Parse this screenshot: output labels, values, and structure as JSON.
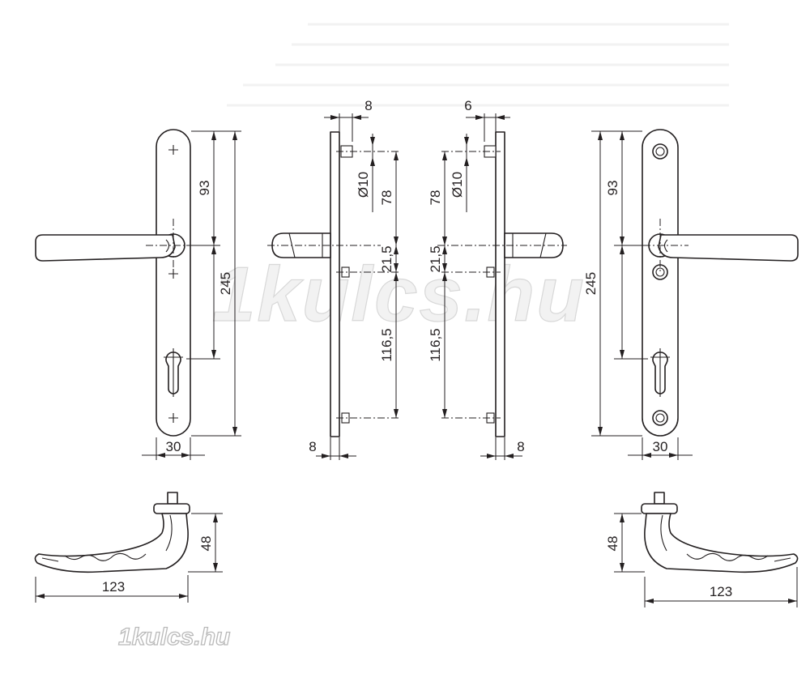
{
  "watermark": {
    "large": "1kulcs.hu",
    "small": "1kulcs.hu"
  },
  "dimensions": {
    "front_left": {
      "hole_spacing": "93",
      "total_length": "245",
      "width": "30"
    },
    "side_left": {
      "plate_offset": "8",
      "screw_diameter": "Ø10",
      "upper_span": "78",
      "middle_span": "21,5",
      "lower_span": "116,5",
      "plate_thickness": "8"
    },
    "side_right": {
      "plate_offset": "6",
      "screw_diameter": "Ø10",
      "upper_span": "78",
      "middle_span": "21,5",
      "lower_span": "116,5",
      "plate_thickness": "8"
    },
    "front_right": {
      "hole_spacing": "93",
      "total_length": "245",
      "width": "30"
    },
    "handle_left": {
      "height": "48",
      "length": "123"
    },
    "handle_right": {
      "height": "48",
      "length": "123"
    }
  }
}
